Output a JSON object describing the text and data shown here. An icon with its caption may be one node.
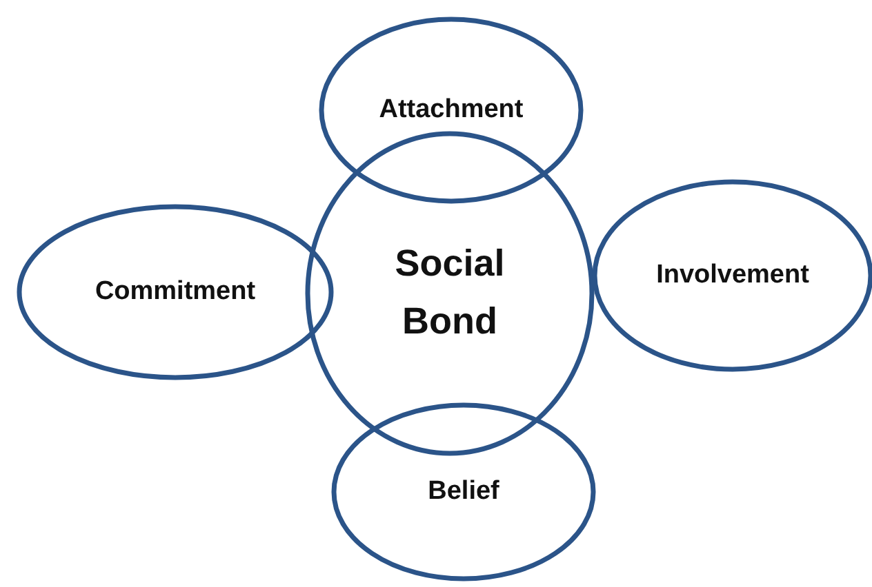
{
  "diagram": {
    "nodes": [
      {
        "text": [
          "Attachment"
        ]
      },
      {
        "text": [
          "Commitment"
        ]
      },
      {
        "text": [
          "Social Bond"
        ]
      },
      {
        "text": [
          "Involvement"
        ]
      },
      {
        "text": [
          "Belief"
        ]
      }
    ]
  }
}
